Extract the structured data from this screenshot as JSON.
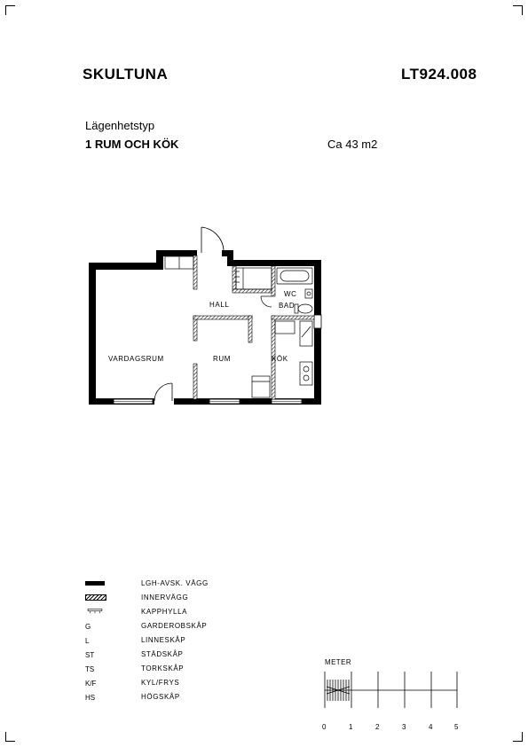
{
  "header": {
    "location": "SKULTUNA",
    "code": "LT924.008"
  },
  "apartment": {
    "type_label": "Lägenhetstyp",
    "rooms": "1 RUM OCH KÖK",
    "area": "Ca 43 m2"
  },
  "rooms": {
    "hall": "HALL",
    "wc": "WC",
    "bad": "BAD",
    "vardagsrum": "VARDAGSRUM",
    "rum": "RUM",
    "kok": "KÖK"
  },
  "legend": {
    "items": [
      {
        "symbol": "",
        "label": "LGH-AVSK. VÄGG",
        "icon": "outer-wall-icon"
      },
      {
        "symbol": "",
        "label": "INNERVÄGG",
        "icon": "inner-wall-icon"
      },
      {
        "symbol": "",
        "label": "KAPPHYLLA",
        "icon": "coat-shelf-icon"
      },
      {
        "symbol": "G",
        "label": "GARDEROBSKÅP"
      },
      {
        "symbol": "L",
        "label": "LINNESKÅP"
      },
      {
        "symbol": "ST",
        "label": "STÄDSKÅP"
      },
      {
        "symbol": "TS",
        "label": "TORKSKÅP"
      },
      {
        "symbol": "K/F",
        "label": "KYL/FRYS"
      },
      {
        "symbol": "HS",
        "label": "HÖGSKÅP"
      }
    ]
  },
  "scale": {
    "title": "METER",
    "ticks": [
      "0",
      "1",
      "2",
      "3",
      "4",
      "5"
    ]
  }
}
